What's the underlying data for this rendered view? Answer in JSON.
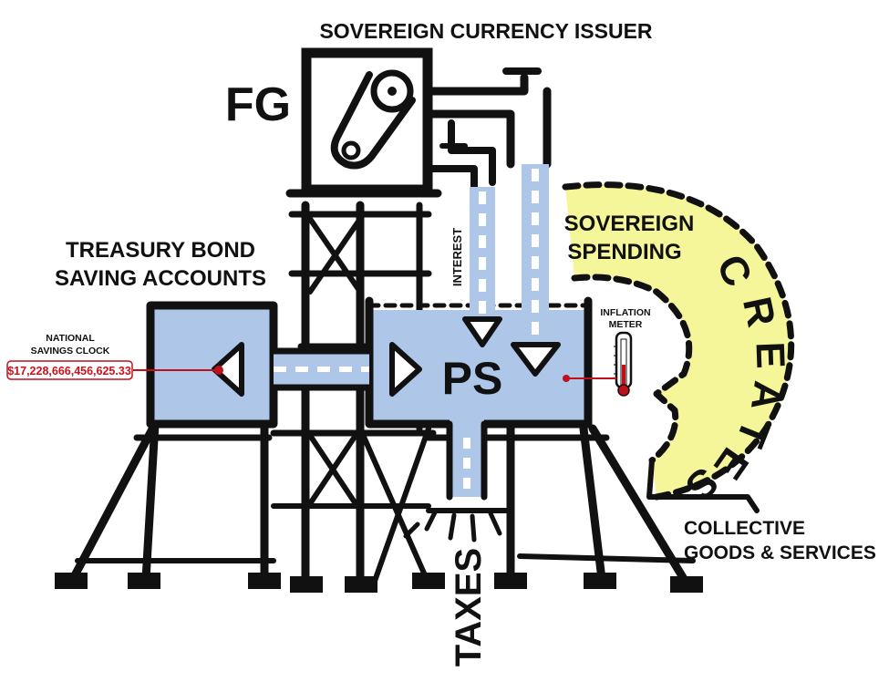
{
  "labels": {
    "issuer": "SOVEREIGN CURRENCY ISSUER",
    "fg": "FG",
    "treasury_line1": "TREASURY BOND",
    "treasury_line2": "SAVING ACCOUNTS",
    "clock_line1": "NATIONAL",
    "clock_line2": "SAVINGS CLOCK",
    "clock_value": "$17,228,666,456,625.33",
    "interest": "INTEREST",
    "ps": "PS",
    "spending_line1": "SOVEREIGN",
    "spending_line2": "SPENDING",
    "meter_line1": "INFLATION",
    "meter_line2": "METER",
    "creates_letters": [
      "C",
      "R",
      "E",
      "A",
      "T",
      "E",
      "S"
    ],
    "collective_line1": "COLLECTIVE",
    "collective_line2": "GOODS & SERVICES",
    "taxes": "TAXES"
  },
  "colors": {
    "ink": "#111111",
    "tank_fill": "#aec6e8",
    "pipe_fill": "#aec6e8",
    "creates_fill": "#f5f59a",
    "clock_text": "#d0101c",
    "pointer": "#c0101c"
  }
}
